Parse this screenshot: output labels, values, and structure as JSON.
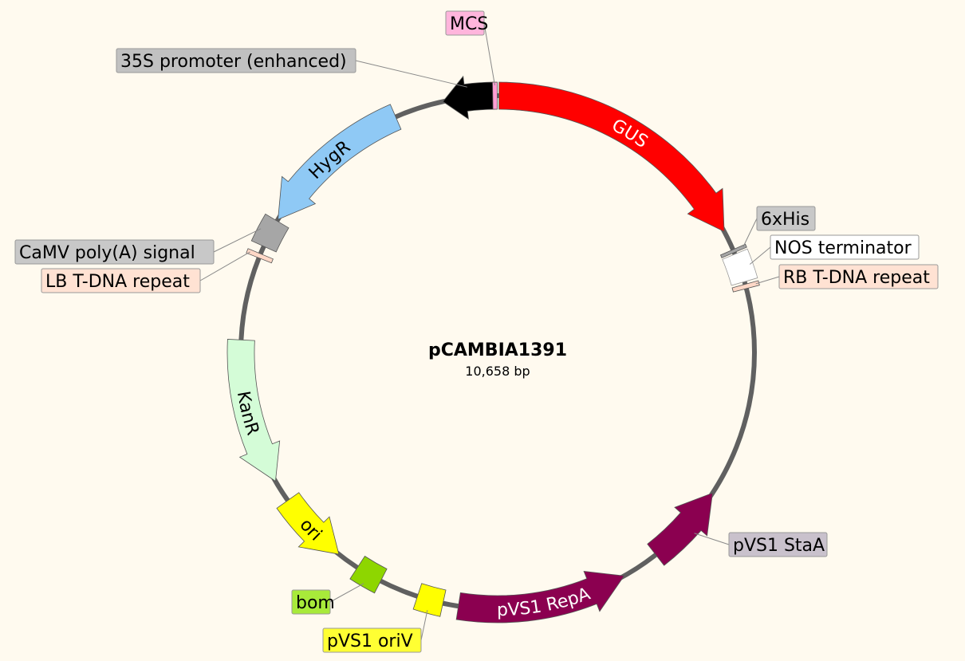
{
  "plasmid": {
    "name": "pCAMBIA1391",
    "size_label": "10,658 bp"
  },
  "features": [
    {
      "id": "gus",
      "label": "GUS",
      "start": 0.3,
      "end": 61.9,
      "dir": 1,
      "color": "#ff0000",
      "text_color": "#ffffff",
      "label_inside": true
    },
    {
      "id": "35s",
      "label": "35S promoter (enhanced)",
      "start": 347.7,
      "end": 359.2,
      "dir": -1,
      "color": "#000000",
      "text_color": "#000000",
      "label_inside": false
    },
    {
      "id": "hygr",
      "label": "HygR",
      "start": 301.2,
      "end": 336.6,
      "dir": -1,
      "color": "#8fc9f5",
      "text_color": "#000000",
      "label_inside": true
    },
    {
      "id": "camv",
      "label": "CaMV poly(A) signal",
      "start": 294.4,
      "end": 300.8,
      "dir": 0,
      "color": "#a6a6a6",
      "text_color": "#000000",
      "label_inside": false
    },
    {
      "id": "lb",
      "label": "LB T-DNA repeat",
      "start": 291.6,
      "end": 292.6,
      "dir": 0,
      "color": "#ffd8c7",
      "text_color": "#000000",
      "label_inside": false
    },
    {
      "id": "kanr",
      "label": "KanR",
      "start": 239.9,
      "end": 272.8,
      "dir": -1,
      "color": "#d4fcd7",
      "text_color": "#000000",
      "label_inside": true
    },
    {
      "id": "ori",
      "label": "ori",
      "start": 218.2,
      "end": 234.8,
      "dir": -1,
      "color": "#ffff00",
      "text_color": "#000000",
      "label_inside": true
    },
    {
      "id": "bom",
      "label": "bom",
      "start": 207.1,
      "end": 213.1,
      "dir": 0,
      "color": "#8ed600",
      "text_color": "#000000",
      "label_inside": false
    },
    {
      "id": "oriv",
      "label": "pVS1 oriV",
      "start": 192.3,
      "end": 198.2,
      "dir": 0,
      "color": "#ffff00",
      "text_color": "#000000",
      "label_inside": false
    },
    {
      "id": "repa",
      "label": "pVS1 RepA",
      "start": 150.5,
      "end": 188.8,
      "dir": -1,
      "color": "#8b0050",
      "text_color": "#ffffff",
      "label_inside": true
    },
    {
      "id": "staa",
      "label": "pVS1 StaA",
      "start": 123.2,
      "end": 142.0,
      "dir": -1,
      "color": "#8b0050",
      "text_color": "#000000",
      "label_inside": false
    },
    {
      "id": "nos",
      "label": "NOS terminator",
      "start": 67.5,
      "end": 74.0,
      "dir": 0,
      "color": "#ffffff",
      "text_color": "#000000",
      "label_inside": false
    },
    {
      "id": "his",
      "label": "6xHis",
      "start": 66.4,
      "end": 67.1,
      "dir": 0,
      "color": "#a6a6a6",
      "text_color": "#000000",
      "label_inside": false
    },
    {
      "id": "rb",
      "label": "RB T-DNA repeat",
      "start": 74.6,
      "end": 75.6,
      "dir": 0,
      "color": "#ffd8c7",
      "text_color": "#000000",
      "label_inside": false
    },
    {
      "id": "mcs",
      "label": "MCS",
      "start": 358.9,
      "end": 359.9,
      "dir": 0,
      "color": "#ff9ed3",
      "text_color": "#000000",
      "label_inside": false
    }
  ],
  "labels": [
    {
      "feature": "mcs",
      "text": "MCS",
      "bg": "#ffb5dc"
    },
    {
      "feature": "35s",
      "text": "35S promoter (enhanced)",
      "bg": "#c1c1c1"
    },
    {
      "feature": "his",
      "text": "6xHis",
      "bg": "#c8c8c8"
    },
    {
      "feature": "nos",
      "text": "NOS terminator",
      "bg": "#ffffff"
    },
    {
      "feature": "rb",
      "text": "RB T-DNA repeat",
      "bg": "#ffe2d3"
    },
    {
      "feature": "camv",
      "text": "CaMV poly(A) signal",
      "bg": "#c8c8c8"
    },
    {
      "feature": "lb",
      "text": "LB T-DNA repeat",
      "bg": "#ffe2d3"
    },
    {
      "feature": "staa",
      "text": "pVS1 StaA",
      "bg": "#c9c1cc"
    },
    {
      "feature": "bom",
      "text": "bom",
      "bg": "#a8ea3a"
    },
    {
      "feature": "oriv",
      "text": "pVS1 oriV",
      "bg": "#ffff33"
    }
  ]
}
